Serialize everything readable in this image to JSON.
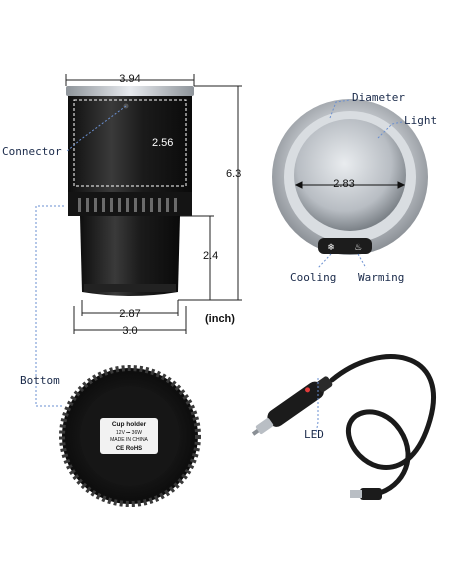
{
  "dimensions": {
    "top_width": "3.94",
    "height_total": "6.3",
    "cup_depth": "2.56",
    "lower_height": "2.4",
    "lower_width_inner": "2.87",
    "lower_width_outer": "3.0",
    "unit": "(inch)",
    "inner_diameter": "2.83"
  },
  "callouts": {
    "connector": "Connector",
    "diameter": "Diameter",
    "light": "Light",
    "cooling": "Cooling",
    "warming": "Warming",
    "bottom": "Bottom",
    "led": "LED"
  },
  "bottom_label": {
    "title": "Cup holder",
    "spec": "12V ⎓ 36W",
    "origin": "MADE IN CHINA",
    "marks": "CE RoHS"
  },
  "colors": {
    "body": "#1e1e1e",
    "rim": "#b9bec4",
    "dashed_line": "#6a8fd0",
    "callout_text": "#1a2a4a"
  }
}
